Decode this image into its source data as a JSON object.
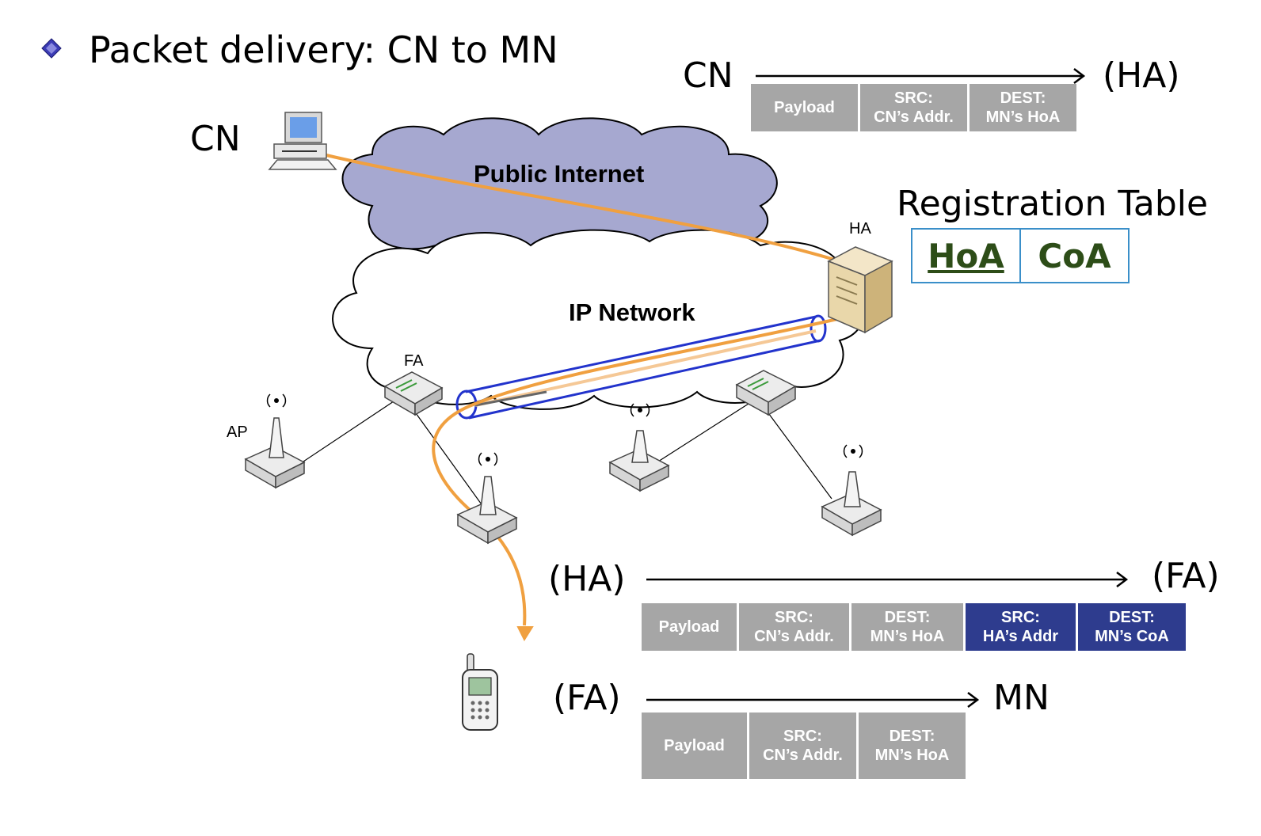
{
  "title": "Packet delivery: CN to MN",
  "labels": {
    "cn_node": "CN",
    "ha_node": "HA",
    "fa_node": "FA",
    "ap_node": "AP",
    "public_internet": "Public Internet",
    "ip_network": "IP Network"
  },
  "registration": {
    "title": "Registration Table",
    "col1": "HoA",
    "col2": "CoA"
  },
  "flows": {
    "top": {
      "from": "CN",
      "to": "(HA)"
    },
    "middle": {
      "from": "(HA)",
      "to": "(FA)"
    },
    "bottom": {
      "from": "(FA)",
      "to": "MN"
    }
  },
  "packets": {
    "top": [
      {
        "l1": "Payload",
        "l2": ""
      },
      {
        "l1": "SRC:",
        "l2": "CN’s Addr."
      },
      {
        "l1": "DEST:",
        "l2": "MN’s HoA"
      }
    ],
    "middle": [
      {
        "l1": "Payload",
        "l2": ""
      },
      {
        "l1": "SRC:",
        "l2": "CN’s Addr."
      },
      {
        "l1": "DEST:",
        "l2": "MN’s HoA"
      },
      {
        "l1": "SRC:",
        "l2": "HA’s Addr"
      },
      {
        "l1": "DEST:",
        "l2": "MN’s CoA"
      }
    ],
    "bottom": [
      {
        "l1": "Payload",
        "l2": ""
      },
      {
        "l1": "SRC:",
        "l2": "CN’s Addr."
      },
      {
        "l1": "DEST:",
        "l2": "MN’s HoA"
      }
    ]
  },
  "colors": {
    "public_cloud": "#a6a8d0",
    "path_orange": "#f0a040",
    "tunnel_blue": "#2233cc",
    "header_blue": "#2e3c8e",
    "cell_gray": "#a6a6a6"
  }
}
